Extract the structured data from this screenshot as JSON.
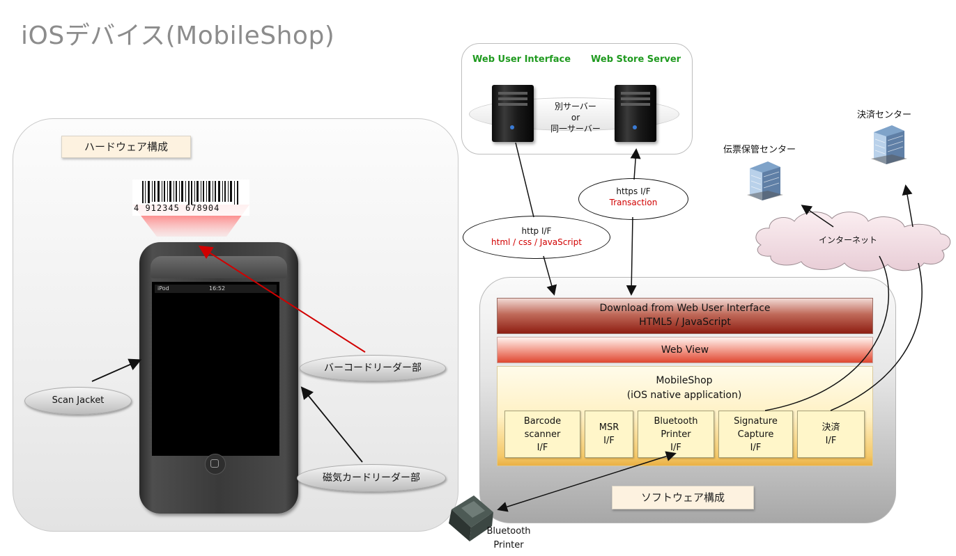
{
  "title": "iOSデバイス(MobileShop)",
  "hardware": {
    "badge": "ハードウェア構成",
    "barcode_digits": "4  912345  678904",
    "status_carrier": "iPod",
    "status_time": "16:52",
    "callouts": {
      "scan_jacket": "Scan Jacket",
      "barcode_reader": "バーコードリーダー部",
      "card_reader": "磁気カードリーダー部"
    }
  },
  "servers": {
    "web_ui": "Web User Interface",
    "web_store": "Web Store Server",
    "note": [
      "別サーバー",
      "or",
      "同一サーバー"
    ]
  },
  "links": {
    "http": {
      "proto": "http I/F",
      "detail": "html / css / JavaScript"
    },
    "https": {
      "proto": "https I/F",
      "detail": "Transaction"
    }
  },
  "software": {
    "download": {
      "line1": "Download from Web User Interface",
      "line2": "HTML5 / JavaScript"
    },
    "webview": "Web View",
    "mobileshop": {
      "line1": "MobileShop",
      "line2": "(iOS native application)"
    },
    "modules": [
      {
        "lines": [
          "Barcode",
          "scanner",
          "I/F"
        ]
      },
      {
        "lines": [
          "MSR",
          "I/F"
        ]
      },
      {
        "lines": [
          "Bluetooth",
          "Printer",
          "I/F"
        ]
      },
      {
        "lines": [
          "Signature",
          "Capture",
          "I/F"
        ]
      },
      {
        "lines": [
          "決済",
          "I/F"
        ]
      }
    ],
    "badge": "ソフトウェア構成"
  },
  "network": {
    "cloud": "インターネット",
    "slip_center": "伝票保管センター",
    "payment_center": "決済センター"
  },
  "printer": {
    "lines": [
      "Bluetooth",
      "Printer"
    ]
  },
  "colors": {
    "accent_red": "#d10000",
    "label_green": "#1f9a1f",
    "title_gray": "#8c8c8c"
  }
}
